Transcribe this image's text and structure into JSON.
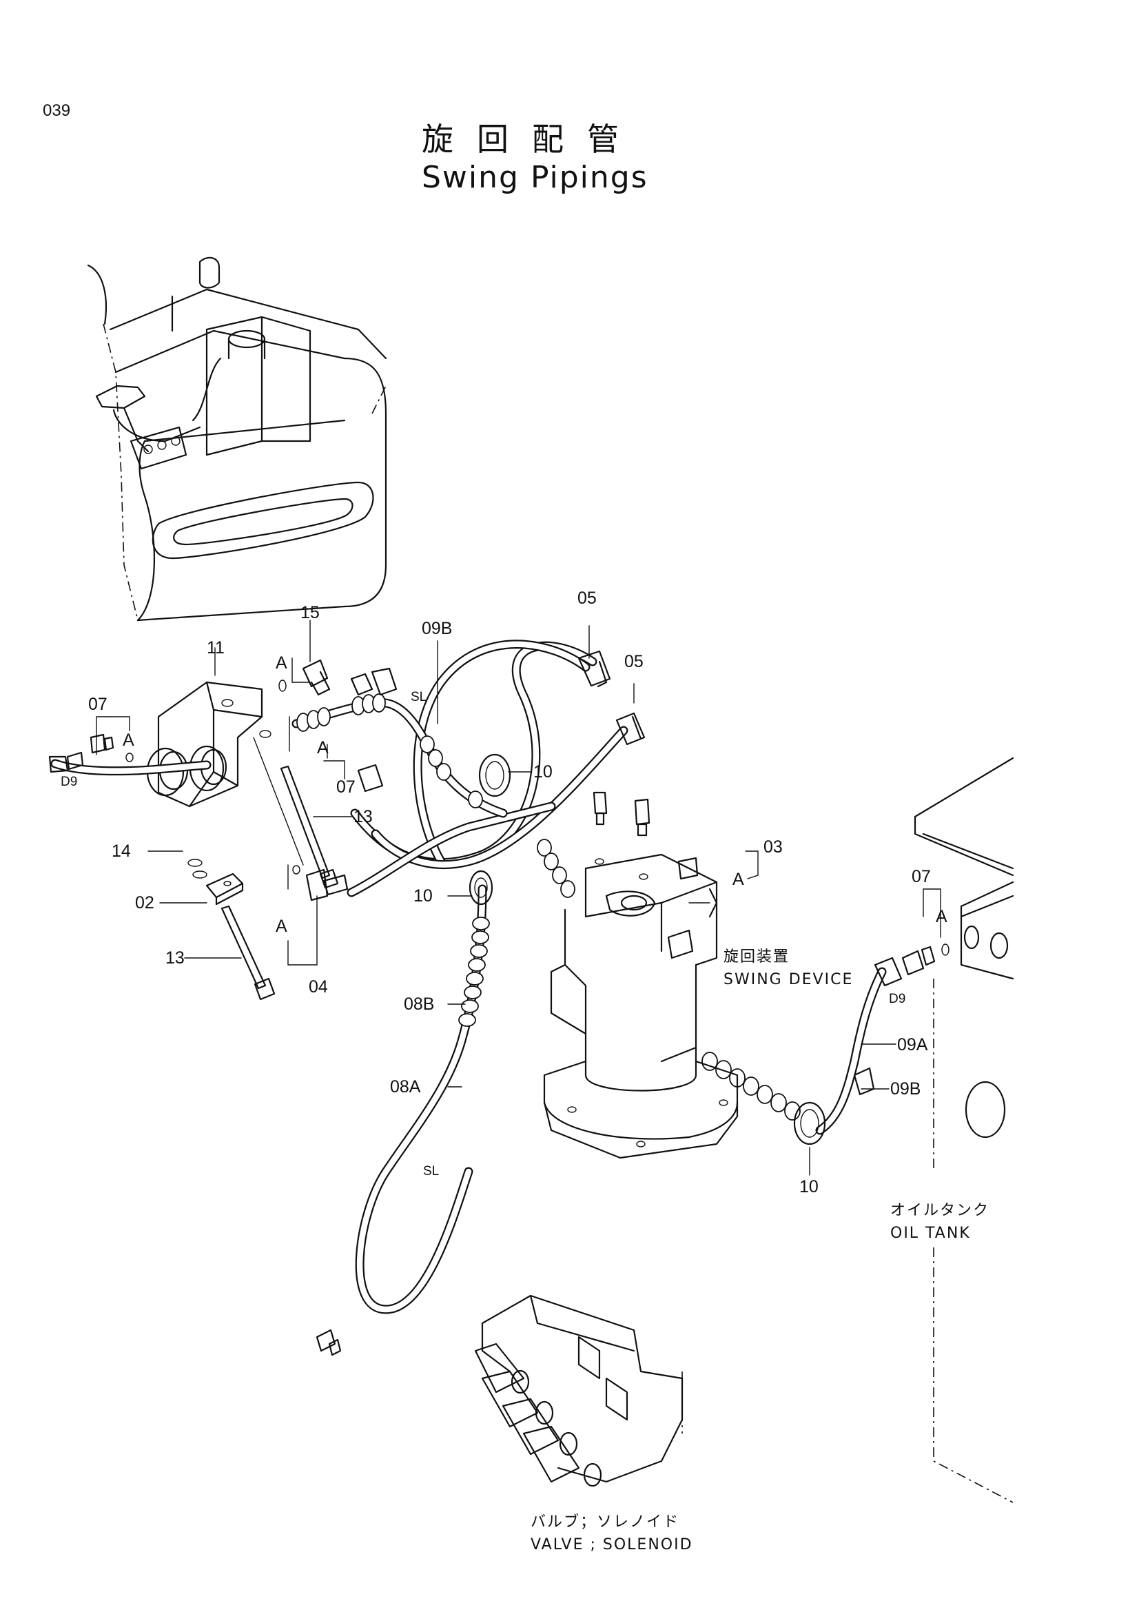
{
  "page_number": "039",
  "title_jp": "旋回配管",
  "title_en": "Swing Pipings",
  "components": {
    "swing_device_jp": "旋回装置",
    "swing_device_en": "SWING DEVICE",
    "oil_tank_jp": "オイルタンク",
    "oil_tank_en": "OIL TANK",
    "valve_jp": "バルブ；ソレノイド",
    "valve_en": "VALVE ; SOLENOID"
  },
  "callouts": {
    "c15": "15",
    "c11": "11",
    "c07_left": "07",
    "c07_mid": "07",
    "c07_right": "07",
    "c09b_top": "09B",
    "c05_a": "05",
    "c05_b": "05",
    "c10_upper": "10",
    "c10_mid": "10",
    "c10_lower": "10",
    "c13_upper": "13",
    "c13_lower": "13",
    "c14": "14",
    "c02": "02",
    "c04": "04",
    "c03": "03",
    "c08b": "08B",
    "c08a": "08A",
    "c09a": "09A",
    "c09b_right": "09B"
  },
  "port_labels": {
    "a1": "A",
    "a2": "A",
    "a3": "A",
    "a4": "A",
    "a5": "A",
    "a6": "A",
    "d9_left": "D9",
    "d9_right": "D9",
    "sl_upper": "SL",
    "sl_lower": "SL"
  }
}
